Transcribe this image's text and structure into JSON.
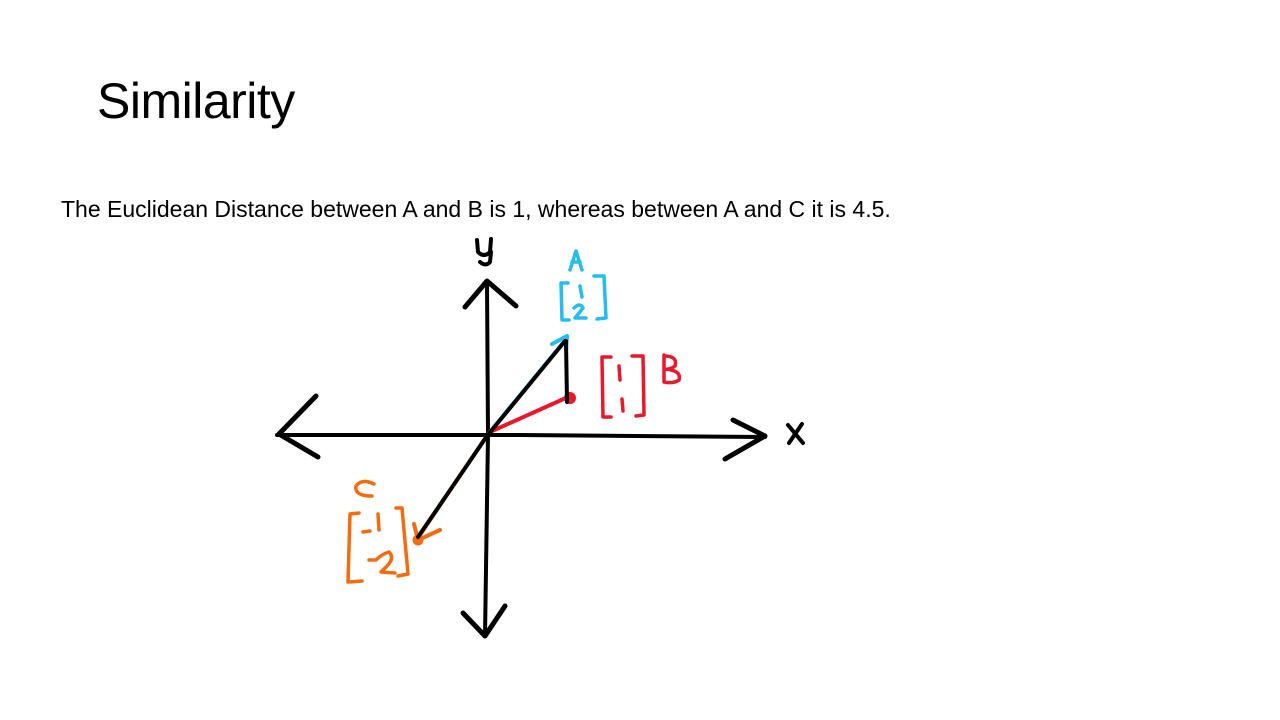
{
  "slide": {
    "title": "Similarity",
    "body": "The Euclidean Distance between A and B is 1, whereas between A and C it is 4.5."
  },
  "diagram": {
    "axes": {
      "x_label": "x",
      "y_label": "y"
    },
    "vectors": [
      {
        "name": "A",
        "components": [
          "1",
          "2"
        ],
        "color": "#27BCEF"
      },
      {
        "name": "B",
        "components": [
          "1",
          "1"
        ],
        "color": "#E8192C"
      },
      {
        "name": "C",
        "components": [
          "-1",
          "-2"
        ],
        "color": "#F46C10"
      }
    ],
    "colors": {
      "axis": "#000000",
      "a": "#27BCEF",
      "b": "#E8192C",
      "c": "#F46C10"
    }
  }
}
